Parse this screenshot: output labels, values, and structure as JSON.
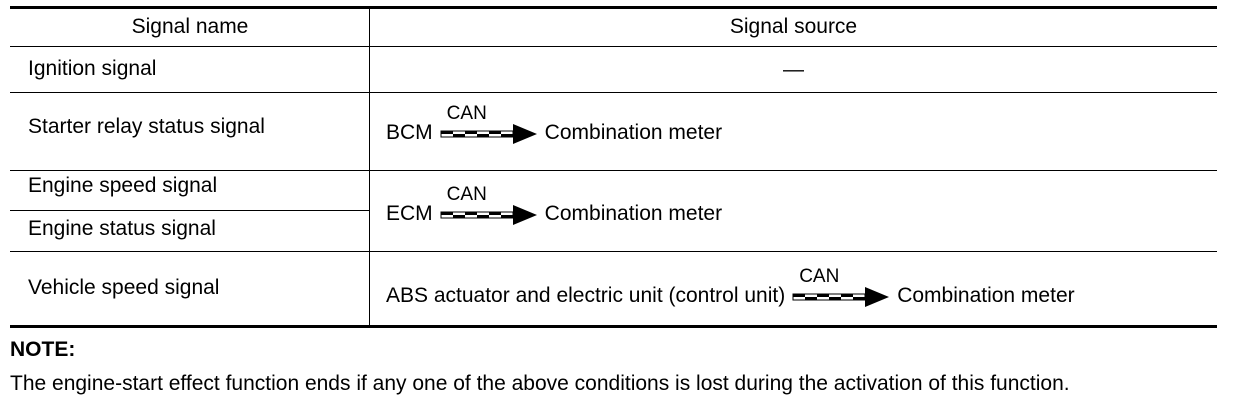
{
  "table": {
    "headers": {
      "signal_name": "Signal name",
      "signal_source": "Signal source"
    },
    "rows": [
      {
        "name": "Ignition signal",
        "source": "—"
      },
      {
        "name": "Starter relay status signal",
        "source_from": "BCM",
        "source_via": "CAN",
        "source_to": "Combination meter"
      },
      {
        "name": "Engine speed signal"
      },
      {
        "name": "Engine status signal",
        "source_from": "ECM",
        "source_via": "CAN",
        "source_to": "Combination meter"
      },
      {
        "name": "Vehicle speed signal",
        "source_from": "ABS actuator and electric unit (control unit)",
        "source_via": "CAN",
        "source_to": "Combination meter"
      }
    ]
  },
  "note": {
    "title": "NOTE:",
    "text": "The engine-start effect function ends if any one of the above conditions is lost during the activation of this function."
  },
  "icons": {
    "arrow": "can-communication-arrow-icon"
  }
}
